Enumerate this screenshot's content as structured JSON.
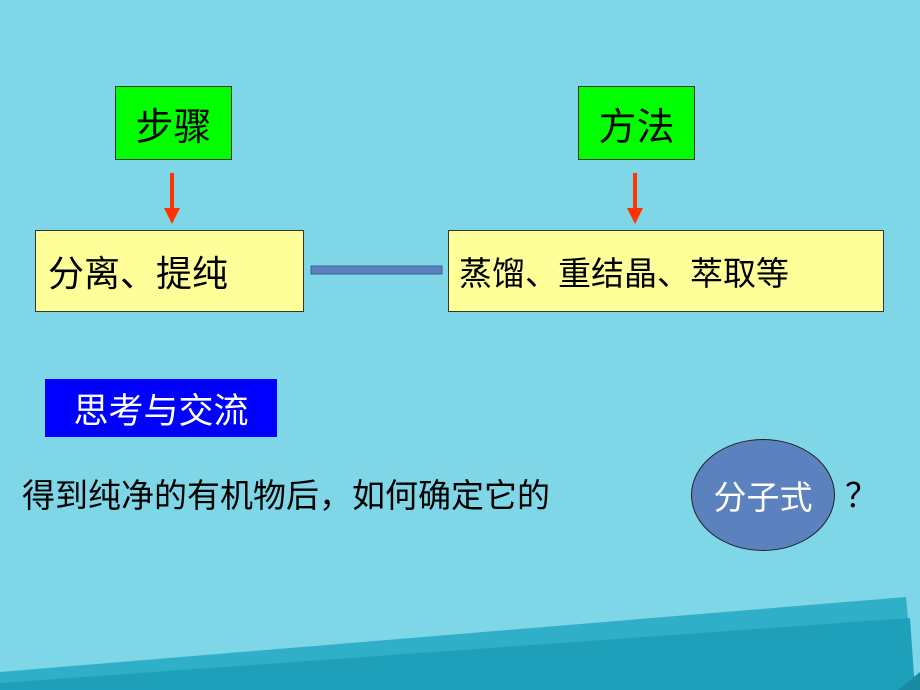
{
  "slide": {
    "top_left_box": "步骤",
    "top_right_box": "方法",
    "left_box": "分离、提纯",
    "right_box": "蒸馏、重结晶、萃取等",
    "section_label": "思考与交流",
    "question_text": "得到纯净的有机物后，如何确定它的",
    "highlight_term": "分子式",
    "question_mark": "？"
  },
  "colors": {
    "background": "#7fd6e6",
    "green_box": "#00ff00",
    "yellow_box": "#ffff99",
    "arrow": "#ff3300",
    "connector": "#5b82be",
    "section_label_bg": "#0000ff",
    "ellipse": "#5b82be",
    "bottom_band": "#2fb0c8"
  }
}
